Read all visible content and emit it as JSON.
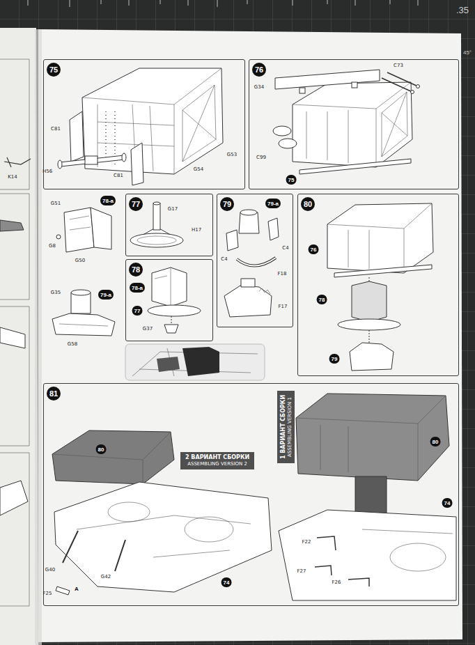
{
  "diagram": {
    "nodes": [
      {
        "text": [
          "75"
        ]
      },
      {
        "text": [
          "76"
        ]
      },
      {
        "text": [
          "77"
        ]
      },
      {
        "text": [
          "78"
        ]
      },
      {
        "text": [
          "79"
        ]
      },
      {
        "text": [
          "80"
        ]
      },
      {
        "text": [
          "81"
        ]
      },
      {
        "text": [
          "2 ВАРИАНТ СБОРКИ",
          "ASSEMBLING VERSION 2"
        ],
        "in": 6
      },
      {
        "text": [
          "1 ВАРИАНТ СБОРКИ",
          "ASSEMBLING VERSION 1"
        ],
        "in": 6
      }
    ],
    "labels": [
      "K14",
      "C81",
      "H56",
      "C81",
      "G53",
      "G54",
      "G34",
      "C73",
      "C99",
      "75",
      "G51",
      "78-a",
      "G8",
      "G50",
      "G35",
      "79-a",
      "G58",
      "G17",
      "H17",
      "78-a",
      "77",
      "G37",
      "79-a",
      "C4",
      "C4",
      "F18",
      "F17",
      "76",
      "78",
      "79",
      "80",
      "G40",
      "F25",
      "G42",
      "A",
      "74",
      "80",
      "74",
      "F22",
      "F27",
      "F26",
      ".35",
      "45°"
    ]
  }
}
